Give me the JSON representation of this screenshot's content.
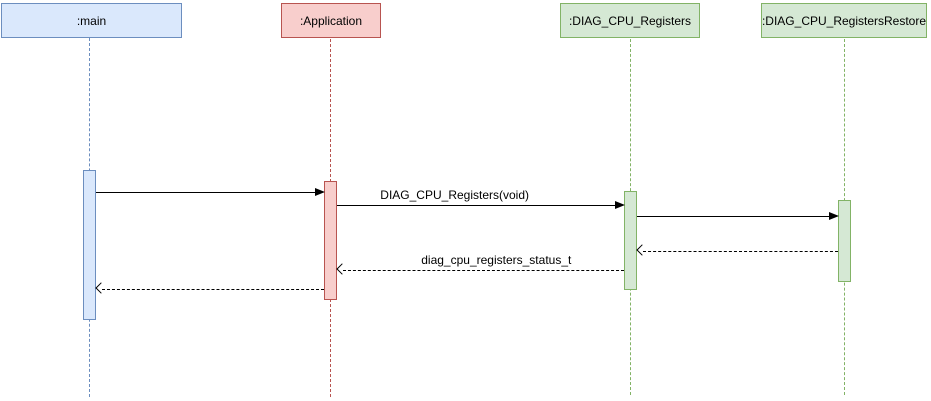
{
  "diagram": {
    "background": "#ffffff",
    "participants": [
      {
        "label": ":main",
        "fill": "#dae8fc",
        "stroke": "#6c8ebf"
      },
      {
        "label": ":Application",
        "fill": "#f8cecc",
        "stroke": "#b85450"
      },
      {
        "label": ":DIAG_CPU_Registers",
        "fill": "#d5e8d4",
        "stroke": "#82b366"
      },
      {
        "label": ":DIAG_CPU_RegistersRestore",
        "fill": "#d5e8d4",
        "stroke": "#82b366"
      }
    ],
    "messages": [
      {
        "from": ":main",
        "to": ":Application",
        "label": "",
        "line": "solid",
        "arrowhead": "filled"
      },
      {
        "from": ":Application",
        "to": ":DIAG_CPU_Registers",
        "label": "DIAG_CPU_Registers(void)",
        "line": "solid",
        "arrowhead": "filled"
      },
      {
        "from": ":DIAG_CPU_Registers",
        "to": ":DIAG_CPU_RegistersRestore",
        "label": "",
        "line": "solid",
        "arrowhead": "filled"
      },
      {
        "from": ":DIAG_CPU_RegistersRestore",
        "to": ":DIAG_CPU_Registers",
        "label": "",
        "line": "dashed",
        "arrowhead": "open"
      },
      {
        "from": ":DIAG_CPU_Registers",
        "to": ":Application",
        "label": "diag_cpu_registers_status_t",
        "line": "dashed",
        "arrowhead": "open"
      },
      {
        "from": ":Application",
        "to": ":main",
        "label": "",
        "line": "dashed",
        "arrowhead": "open"
      }
    ],
    "message_color": "#000000"
  }
}
